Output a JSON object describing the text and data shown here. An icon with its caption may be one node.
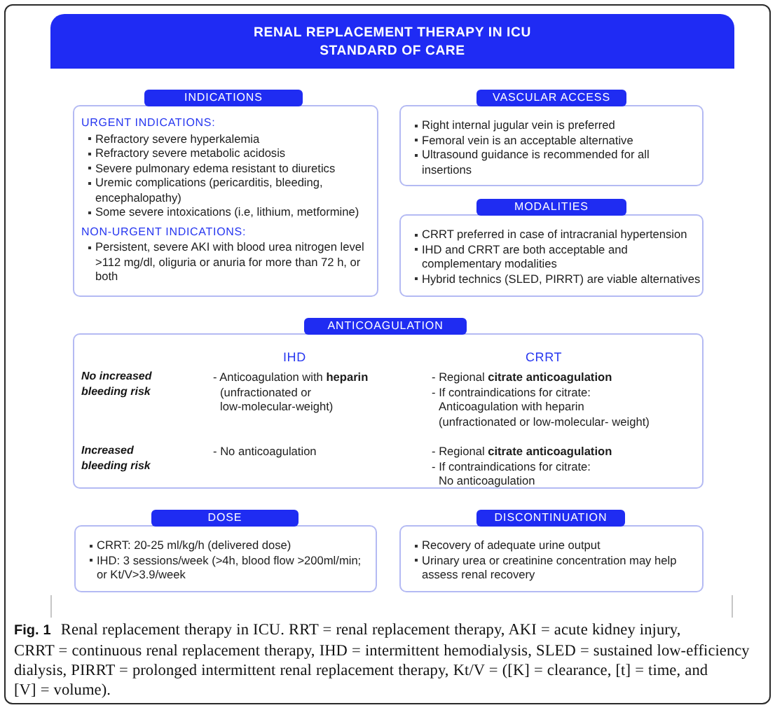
{
  "diagram": {
    "title": "RENAL REPLACEMENT THERAPY IN ICU STANDARD OF CARE",
    "nodes": [
      {
        "text": [
          "INDICATIONS",
          "URGENT INDICATIONS:",
          "Refractory severe hyperkalemia",
          "Refractory severe metabolic acidosis",
          "Severe pulmonary edema resistant to diuretics",
          "Uremic complications (pericarditis, bleeding, encephalopathy)",
          "Some severe intoxications (i.e, lithium, metformine)",
          "NON-URGENT INDICATIONS:",
          "Persistent, severe AKI with blood urea nitrogen level >112 mg/dl, oliguria or anuria for more than 72 h, or both"
        ]
      },
      {
        "text": [
          "VASCULAR ACCESS",
          "Right internal jugular vein is preferred",
          "Femoral vein is an acceptable alternative",
          "Ultrasound guidance is recommended for all insertions"
        ]
      },
      {
        "text": [
          "MODALITIES",
          "CRRT preferred in case of intracranial hypertension",
          "IHD and CRRT are both acceptable and complementary modalities",
          "Hybrid technics (SLED, PIRRT) are viable alternatives"
        ]
      },
      {
        "text": [
          "ANTICOAGULATION",
          "IHD",
          "CRRT",
          "No increased bleeding risk",
          "- Anticoagulation with **heparin**",
          "(unfractionated or low-molecular-weight)",
          "- Regional **citrate anticoagulation**",
          "- If contraindications for citrate:",
          "Anticoagulation with heparin",
          "(unfractionated or low-molecular- weight)",
          "Increased bleeding risk",
          "- No anticoagulation",
          "- Regional **citrate anticoagulation**",
          "- If contraindications for citrate:",
          "No anticoagulation"
        ]
      },
      {
        "text": [
          "DOSE",
          "CRRT: 20-25 ml/kg/h (delivered dose)",
          "IHD: 3 sessions/week (>4h, blood flow >200ml/min; or Kt/V>3.9/week"
        ]
      },
      {
        "text": [
          "DISCONTINUATION",
          "Recovery of adequate urine output",
          "Urinary urea or creatinine concentration may help assess renal recovery"
        ]
      }
    ],
    "caption": "**Fig. 1** Renal replacement therapy in ICU. RRT = renal replacement therapy, AKI = acute kidney injury, CRRT = continuous renal replacement therapy, IHD = intermittent hemodialysis, SLED = sustained low-efficiency dialysis, PIRRT = prolonged intermittent renal replacement therapy, Kt/V = ([K] = clearance, [t] = time, and [V] = volume)."
  }
}
